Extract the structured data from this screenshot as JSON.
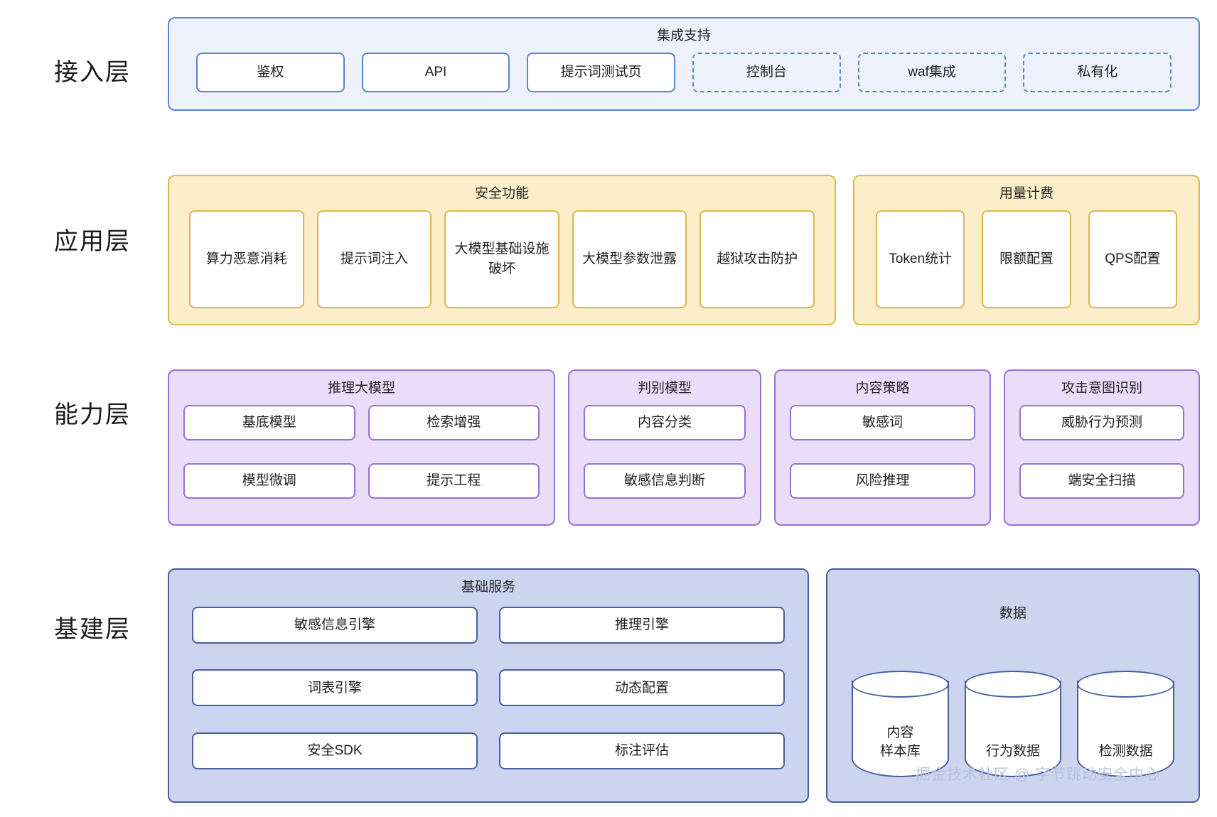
{
  "layers": [
    {
      "label": "接入层"
    },
    {
      "label": "应用层"
    },
    {
      "label": "能力层"
    },
    {
      "label": "基建层"
    }
  ],
  "access": {
    "title": "集成支持",
    "items": [
      {
        "label": "鉴权",
        "style": "solid"
      },
      {
        "label": "API",
        "style": "solid"
      },
      {
        "label": "提示词测试页",
        "style": "solid"
      },
      {
        "label": "控制台",
        "style": "dashed"
      },
      {
        "label": "waf集成",
        "style": "dashed"
      },
      {
        "label": "私有化",
        "style": "dashed"
      }
    ]
  },
  "application": {
    "security": {
      "title": "安全功能",
      "items": [
        {
          "label": "算力恶意消耗"
        },
        {
          "label": "提示词注入"
        },
        {
          "label": "大模型基础设施破坏"
        },
        {
          "label": "大模型参数泄露"
        },
        {
          "label": "越狱攻击防护"
        }
      ]
    },
    "billing": {
      "title": "用量计费",
      "items": [
        {
          "label": "Token统计"
        },
        {
          "label": "限额配置"
        },
        {
          "label": "QPS配置"
        }
      ]
    }
  },
  "capability": {
    "groups": [
      {
        "title": "推理大模型",
        "columns": 2,
        "items": [
          "基底模型",
          "检索增强",
          "模型微调",
          "提示工程"
        ]
      },
      {
        "title": "判别模型",
        "columns": 1,
        "items": [
          "内容分类",
          "敏感信息判断"
        ]
      },
      {
        "title": "内容策略",
        "columns": 1,
        "items": [
          "敏感词",
          "风险推理"
        ]
      },
      {
        "title": "攻击意图识别",
        "columns": 1,
        "items": [
          "威胁行为预测",
          "端安全扫描"
        ]
      }
    ]
  },
  "infrastructure": {
    "basic": {
      "title": "基础服务",
      "items": [
        "敏感信息引擎",
        "推理引擎",
        "词表引擎",
        "动态配置",
        "安全SDK",
        "标注评估"
      ]
    },
    "data": {
      "title": "数据",
      "items": [
        {
          "label": "内容\n样本库"
        },
        {
          "label": "行为数据"
        },
        {
          "label": "检测数据"
        }
      ]
    }
  },
  "watermark": "掘金技术社区 @ 字节跳动安全中心",
  "colors": {
    "access_border": "#5b83d6",
    "access_fill": "#eef2fd",
    "app_border": "#d9b94c",
    "app_fill": "#fbeec8",
    "cap_border": "#9672d6",
    "cap_fill": "#e9ddfa",
    "infra_border": "#4a5fa0",
    "infra_fill": "#ccd4ef",
    "chip_fill": "#ffffff"
  }
}
